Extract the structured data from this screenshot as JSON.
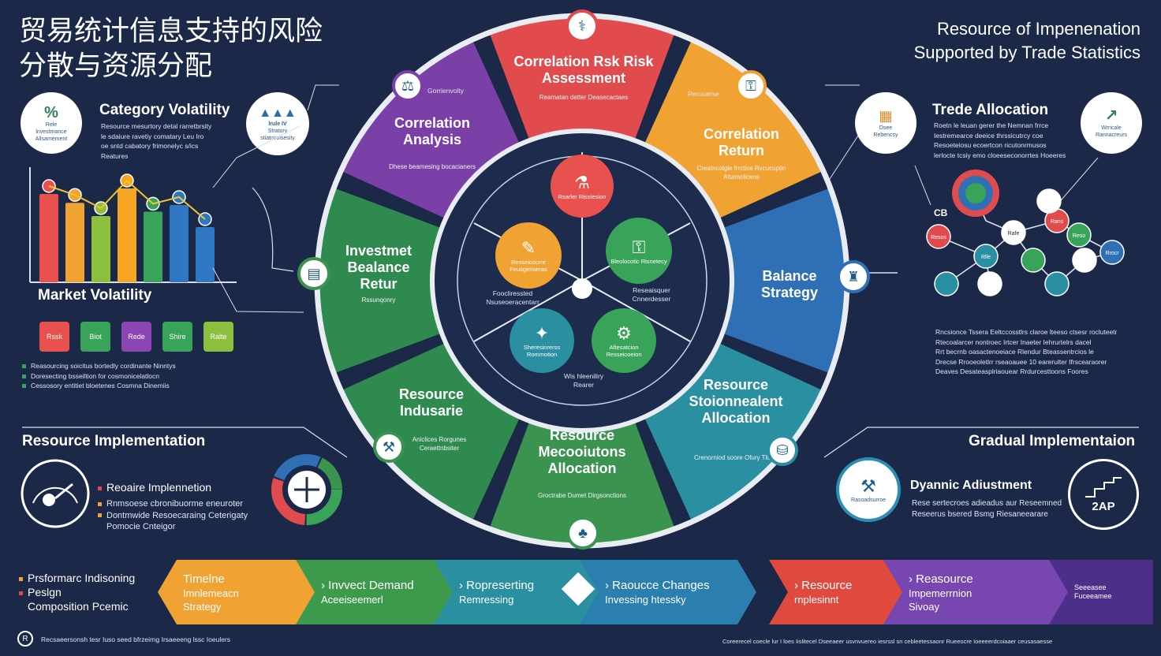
{
  "header": {
    "title_cn_line1": "贸易统计信息支持的风险",
    "title_cn_line2": "分散与资源分配",
    "title_en_line1": "Resource of Impenenation",
    "title_en_line2": "Supported by Trade Statistics"
  },
  "left_panel": {
    "category_volatility_title": "Category Volatility",
    "category_lines": [
      "Resource mesurtory detal rarretbrsity",
      "le sdaiure ravetiy comatary Leu Iro",
      "oe sntd cabatory frimonelyc s/ics",
      "Reatures"
    ],
    "badge_pct_icon": "%",
    "badge_pct_lines": [
      "Rele",
      "lnvestmance",
      "Allsamement"
    ],
    "badge_chart_lines": [
      "lrule IV",
      "Stratory",
      "stiatnvoisesity"
    ],
    "bars_colors": [
      "#e9514f",
      "#f0a233",
      "#8dbf3f",
      "#f6a623",
      "#3aa35a",
      "#2f77c2",
      "#2f77c2"
    ],
    "bar_levels": [
      0.8,
      0.72,
      0.6,
      0.85,
      0.64,
      0.7,
      0.5
    ],
    "market_volatility_title": "Market Volatility",
    "box_colors": [
      "#e9514f",
      "#3aa35a",
      "#8b46b3",
      "#3aa35a",
      "#8dbf3f"
    ],
    "box_labels": [
      "Rssk",
      "Biot",
      "Rede",
      "Shire",
      "Ralte"
    ],
    "list_items": [
      "Reasourcing soicitus bortedly cordinante Ninntys",
      "Doresecting bsseiltion for cosmonicelatlocn",
      "Cessosory entitiet bloetenes Cosmna Dinemiis"
    ]
  },
  "wheel": {
    "segments": [
      {
        "title": "Correlation Rsk Risk Assessment",
        "sub": "Reamatan detter Deasecactaes"
      },
      {
        "title": "Correlation Return",
        "sub": "Creatncolgle frrctios Rvcucuptin Attamolicens"
      },
      {
        "title": "Balance Strategy",
        "sub": ""
      },
      {
        "title": "Resource Stoionnealent Allocation",
        "sub": "Crenorniod soore Ofury Tlisss"
      },
      {
        "title": "Resource Mecooiutons Allocation",
        "sub": "Groctrabe Dumet Dirgsonctions"
      },
      {
        "title": "Resource Indusarie",
        "sub": "Aniclices Rorgunes Ceraettnbsiter"
      },
      {
        "title": "Investmet Bealance Retur",
        "sub": "Rssunqonry"
      },
      {
        "title": "Correlation Analysis",
        "sub": "Dhese beamesing bocacianers"
      }
    ],
    "small_labels": {
      "top_left_pill": "Gorrienvolty",
      "top_right_pill": "Rerouerse",
      "hub_left": "Foocliressted Nsuseoeracentarr",
      "hub_right": "Reseaisquer Cnnerdesser",
      "hub_bottom": "Wis hleeniliry Rearer"
    },
    "inner": [
      {
        "icon": "⚗",
        "text": "Rsarler Risstesion",
        "color": "#e9514f"
      },
      {
        "icon": "✎",
        "text": "Resseioscrre Feusgeriseras",
        "color": "#f0a233"
      },
      {
        "icon": "⚿",
        "text": "Bleolocotic Risnetecy",
        "color": "#3aa35a"
      },
      {
        "icon": "✦",
        "text": "Sheresinrerss Rommotion",
        "color": "#2a8fa0"
      },
      {
        "icon": "⚙",
        "text": "Aftesatcion Resseicoeion",
        "color": "#3aa35a"
      }
    ]
  },
  "right_panel": {
    "trade_allocation_title": "Trede Allocation",
    "trade_lines": [
      "Roetn le leuan gerer the Nemnan frrce",
      "Iestremearce deeice thrssicutrcy coe",
      "Resoeteiosu ecoertcon ricutonrmusos",
      "lerlocte tcsiy emo cloeeseconorrtes Hoeeres"
    ],
    "badge_trade_lines": [
      "Dsee",
      "Rebencsy"
    ],
    "badge_right_lines": [
      "Wrricale",
      "Rannacreurs"
    ],
    "network_label": "CB",
    "network_nodes": [
      "Resos",
      "Rlle",
      "Rafe",
      "Rans",
      "Reso",
      "Rrocr"
    ],
    "para_lines": [
      "Rncsionce Tssera Eeltccosstlrs claroe lteeso ctsesr rocluteetr",
      "Rtecoalarcer nontroec Irtcer Inaeter Iehrurtelrs dacel",
      "Rrt becrnb oasactenoeiace Rlendur Bteassentrcios le",
      "Drecse Rrooeoletlrr rseaoauee 10 earerulter Ifrscearaorer",
      "Deaves Desateasplriaouear Rrdurcesttoons Foores"
    ]
  },
  "bottom_left": {
    "title": "Resource Implementation",
    "item_title": "Reoaire Implennetion",
    "lines": [
      "Rnmsoese cbronibuorme eneuroter",
      "Dontmwide Resoecaraing Ceterigaty",
      "Pomocie Cnteigor"
    ]
  },
  "bottom_right": {
    "title": "Gradual Implementaion",
    "item_title": "Dyannic Adiustment",
    "lines": [
      "Rese sertecroes adieadus aur Reseemned",
      "Reseerus bsered Bsmg Riesaneearare"
    ],
    "badge_text": "2AP",
    "badge_small": "Rasoadsurroe"
  },
  "arrow_band": {
    "legend": [
      "Prsformarc Indisoning",
      "Peslgn",
      "Composition Pcemic"
    ],
    "steps": [
      {
        "line1": "Timelne",
        "line2": "Imnlemeacn",
        "line3": "Strategy",
        "color": "#f0a233"
      },
      {
        "line1": "Invvect Demand",
        "line2": "Aceeiseemerl",
        "line3": "",
        "color": "#3d9a4d"
      },
      {
        "line1": "Ropreserting",
        "line2": "Remressing",
        "line3": "",
        "color": "#2a8fa0"
      },
      {
        "line1": "Raoucce Changes",
        "line2": "Invessing htessky",
        "line3": "",
        "color": "#2b7faf"
      },
      {
        "line1": "Resource",
        "line2": "rnplesinnt",
        "line3": "",
        "color": "#e0493e"
      },
      {
        "line1": "Reasource",
        "line2": "Impemerrnion",
        "line3": "Sivoay",
        "color": "#7846b0"
      },
      {
        "line1": "Seeeasee",
        "line2": "Fuceeamee",
        "line3": "",
        "color": "#4d2f8a"
      }
    ]
  },
  "footer": {
    "left": "Recsaeersonsh tesr Iuso seed bfrzeirng Irsaeeeng lssc Ioeulers",
    "right": "Coreerecel coecle lur I loes Iislitecel Dseeaeer usvnvuereo iesrssl sn cebleetessaonr Rueeocre Ioeeeerdcoiaaer ceusasaesse"
  },
  "colors": {
    "background": "#1b2847",
    "purple": "#7b3fa8",
    "red": "#e14b4d",
    "orange": "#f0a233",
    "blue": "#2f6fb5",
    "teal": "#2a8fa0",
    "green": "#3a944f"
  }
}
